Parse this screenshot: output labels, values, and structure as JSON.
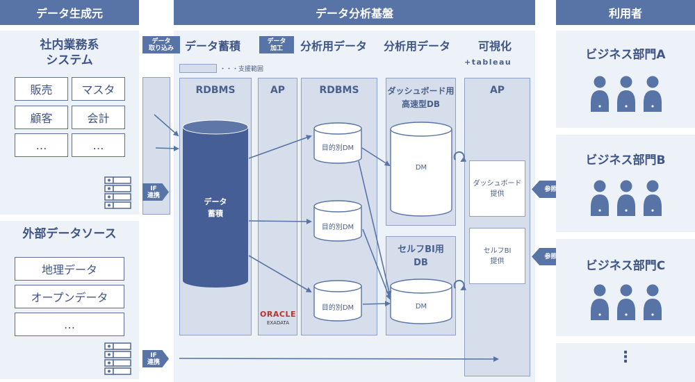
{
  "headers": {
    "source": "データ生成元",
    "platform": "データ分析基盤",
    "users": "利用者"
  },
  "internal": {
    "title_line1": "社内業務系",
    "title_line2": "システム",
    "items": [
      "販売",
      "マスタ",
      "顧客",
      "会計",
      "…",
      "…"
    ]
  },
  "external": {
    "title": "外部データソース",
    "items": [
      "地理データ",
      "オープンデータ",
      "…"
    ]
  },
  "stages": {
    "ingest_tag_line1": "データ",
    "ingest_tag_line2": "取り込み",
    "accumulate": "データ蓄積",
    "process_tag_line1": "データ",
    "process_tag_line2": "加工",
    "analysis1": "分析用データ",
    "analysis2": "分析用データ",
    "visualize": "可視化"
  },
  "legend": "・・・支援範囲",
  "logos": {
    "tableau": "+tableau",
    "oracle": "ORACLE",
    "exadata": "EXADATA"
  },
  "if_tag": {
    "line1": "IF",
    "line2": "連携"
  },
  "columns": {
    "rdbms1": "RDBMS",
    "ap1": "AP",
    "rdbms2": "RDBMS",
    "dash_db_line1": "ダッシュボード用",
    "dash_db_line2": "高速型DB",
    "self_db_line1": "セルフBI用",
    "self_db_line2": "DB",
    "ap2": "AP"
  },
  "cylinders": {
    "main_line1": "データ",
    "main_line2": "蓄積",
    "purpose_dm": "目的別DM",
    "dm": "DM"
  },
  "ap_boxes": {
    "dash_line1": "ダッシュボード",
    "dash_line2": "提供",
    "self_line1": "セルフBI",
    "self_line2": "提供"
  },
  "ref_tag": "参照",
  "users": {
    "depts": [
      "ビジネス部門A",
      "ビジネス部門B",
      "ビジネス部門C"
    ],
    "more": "⋮"
  },
  "colors": {
    "header": "#5873a6",
    "panel": "#edf1f8",
    "column": "#d6deec",
    "cylinder": "#455e96",
    "arrow": "#5873a6"
  }
}
